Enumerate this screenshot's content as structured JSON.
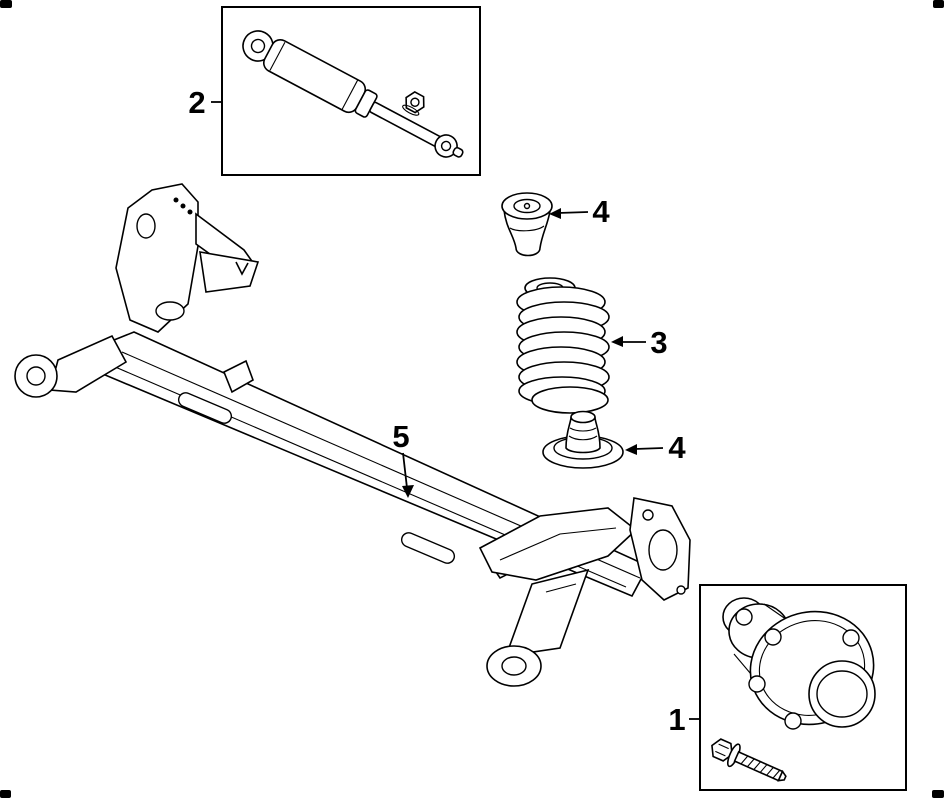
{
  "diagram": {
    "kind": "exploded-parts-diagram",
    "line_color": "#000000",
    "background_color": "#ffffff"
  },
  "callouts": [
    {
      "label": "2",
      "part": "shock-absorber"
    },
    {
      "label": "4",
      "part": "upper-spring-insulator"
    },
    {
      "label": "3",
      "part": "coil-spring"
    },
    {
      "label": "4",
      "part": "lower-spring-insulator"
    },
    {
      "label": "5",
      "part": "axle-beam"
    },
    {
      "label": "1",
      "part": "hub-and-wheel-bolt"
    }
  ]
}
